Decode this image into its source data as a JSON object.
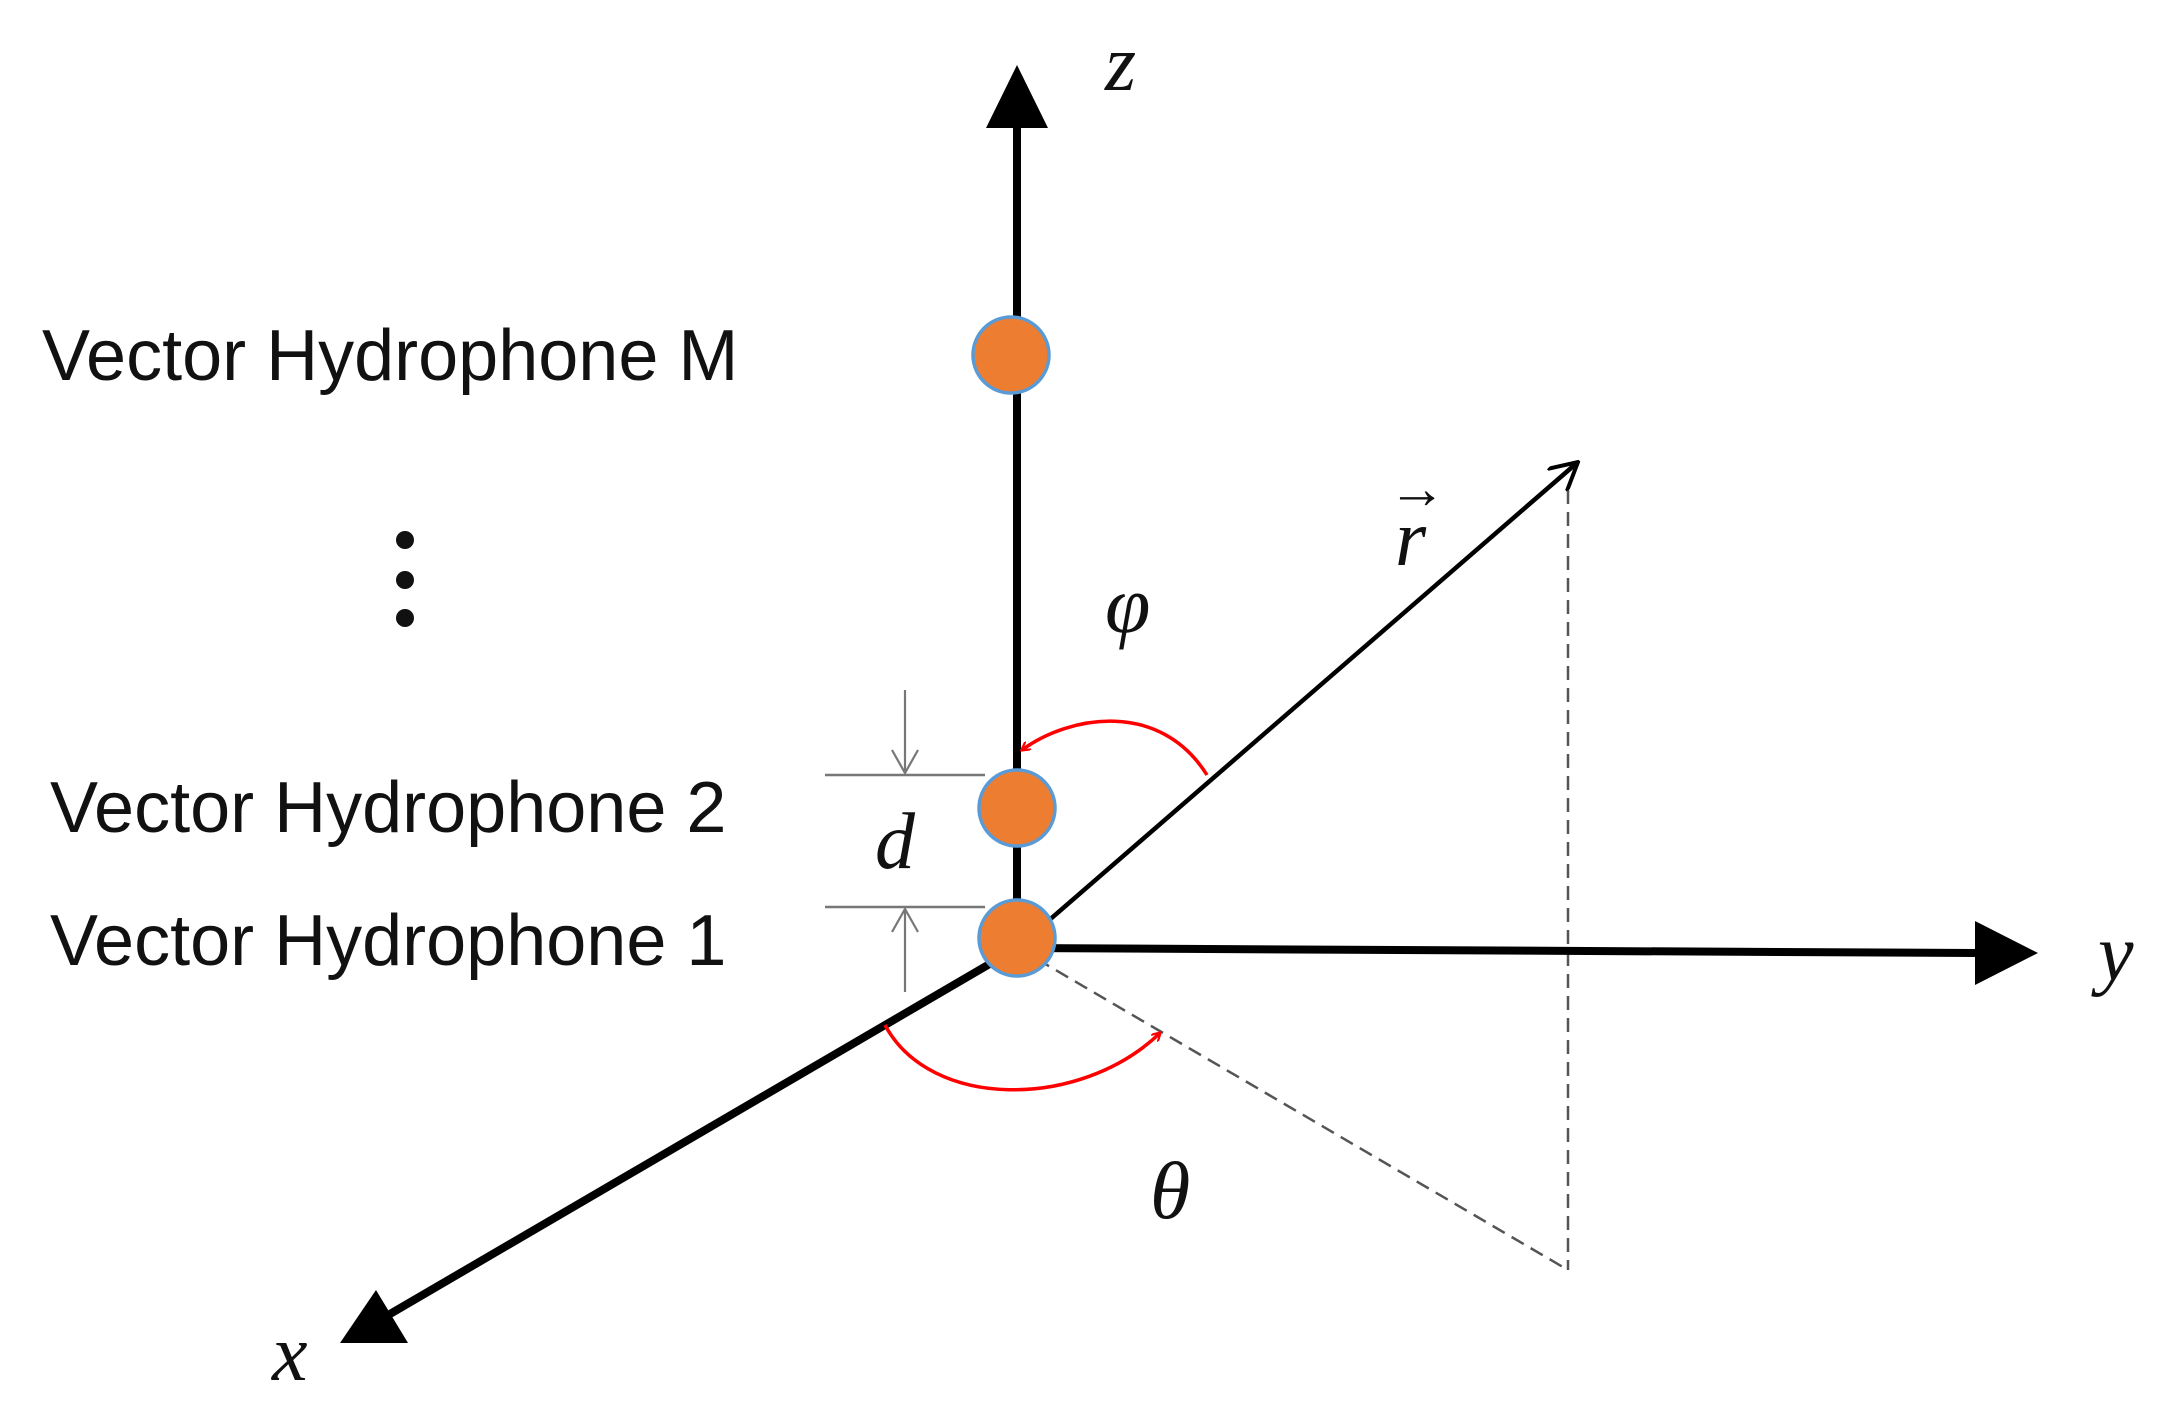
{
  "axes": {
    "z_label": "z",
    "y_label": "y",
    "x_label": "x"
  },
  "vector": {
    "label": "r",
    "arrow_glyph": "→"
  },
  "angles": {
    "elevation_label": "φ",
    "azimuth_label": "θ"
  },
  "spacing": {
    "label": "d"
  },
  "hydrophones": [
    {
      "label": "Vector Hydrophone M"
    },
    {
      "label": "Vector Hydrophone 2"
    },
    {
      "label": "Vector Hydrophone 1"
    }
  ],
  "ellipsis": "⋮",
  "colors": {
    "axis": "#000000",
    "hydrophone_fill": "#ED7D31",
    "hydrophone_stroke": "#5B9BD5",
    "angle_arc": "#FF0000",
    "guide": "#555555",
    "dimension": "#777777"
  }
}
